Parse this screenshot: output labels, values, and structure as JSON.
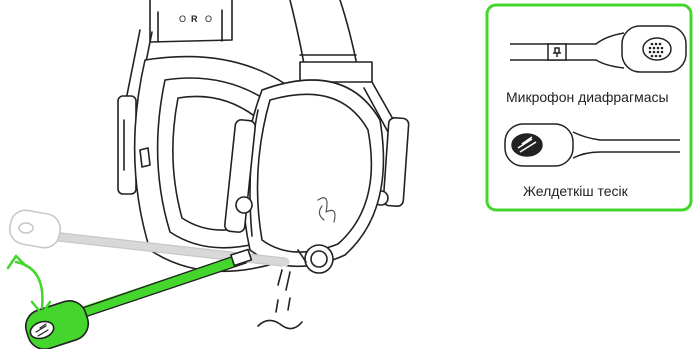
{
  "headset": {
    "cup_letters": [
      "O",
      "R",
      "O"
    ]
  },
  "callout": {
    "diaphragm_label": "Микрофон диафрагмасы",
    "vent_label": "Желдеткіш тесік"
  },
  "colors": {
    "accent_green": "#44d62c",
    "border_green": "#44d62c",
    "outline": "#222222",
    "ghost": "#c8c8c8"
  }
}
